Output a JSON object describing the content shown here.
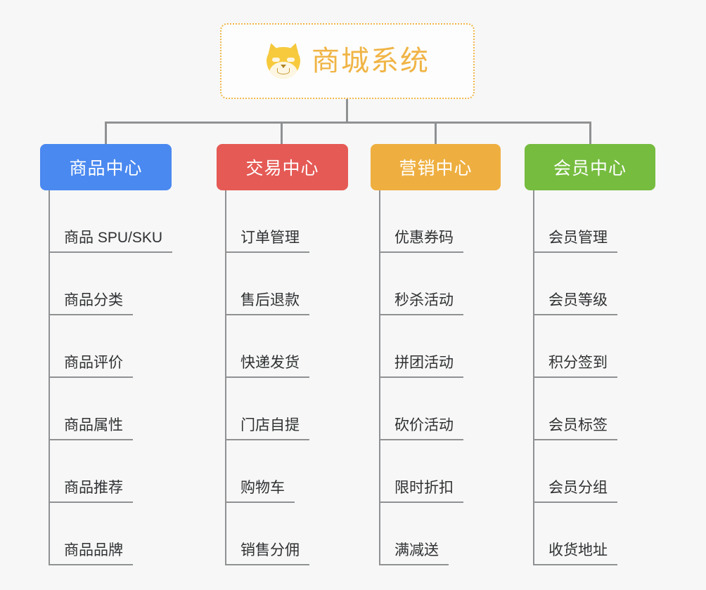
{
  "diagram": {
    "title": "商城系统",
    "root_icon": "shiba-inu-face-icon",
    "background": "#f7f7f7",
    "connector_color": "#8f9193",
    "root_border_color": "#f0b74a",
    "root_text_color": "#f0b445",
    "branches": [
      {
        "label": "商品中心",
        "color": "#4a89f0",
        "items": [
          "商品 SPU/SKU",
          "商品分类",
          "商品评价",
          "商品属性",
          "商品推荐",
          "商品品牌"
        ]
      },
      {
        "label": "交易中心",
        "color": "#e55a55",
        "items": [
          "订单管理",
          "售后退款",
          "快递发货",
          "门店自提",
          "购物车",
          "销售分佣"
        ]
      },
      {
        "label": "营销中心",
        "color": "#eeaf40",
        "items": [
          "优惠券码",
          "秒杀活动",
          "拼团活动",
          "砍价活动",
          "限时折扣",
          "满减送"
        ]
      },
      {
        "label": "会员中心",
        "color": "#76bc3f",
        "items": [
          "会员管理",
          "会员等级",
          "积分签到",
          "会员标签",
          "会员分组",
          "收货地址"
        ]
      }
    ]
  }
}
